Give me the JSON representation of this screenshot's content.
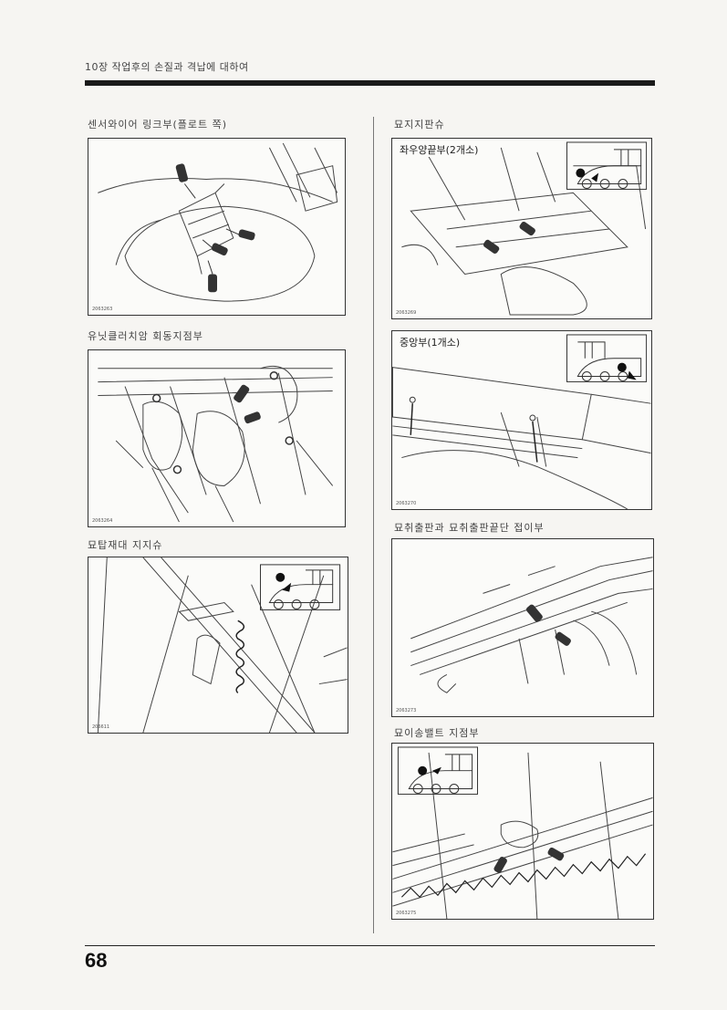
{
  "header": {
    "chapter_title": "10장 작업후의 손질과 격납에 대하여"
  },
  "left_column": {
    "sections": [
      {
        "title": "센서와이어 링크부(플로트 쪽)",
        "figure_code": "2063263"
      },
      {
        "title": "유닛클러치암 회동지점부",
        "figure_code": "2063264"
      },
      {
        "title": "묘탑재대 지지슈",
        "figure_code": "206611"
      }
    ]
  },
  "right_column": {
    "main_title": "묘지지판슈",
    "sections": [
      {
        "callout": "좌우양끝부(2개소)",
        "figure_code": "2063269"
      },
      {
        "callout": "중앙부(1개소)",
        "figure_code": "2063270"
      },
      {
        "title": "묘취출판과 묘취출판끝단 접이부",
        "figure_code": "2063273"
      },
      {
        "title": "묘이송밸트 지점부",
        "figure_code": "2063275"
      }
    ]
  },
  "footer": {
    "page_number": "68"
  }
}
